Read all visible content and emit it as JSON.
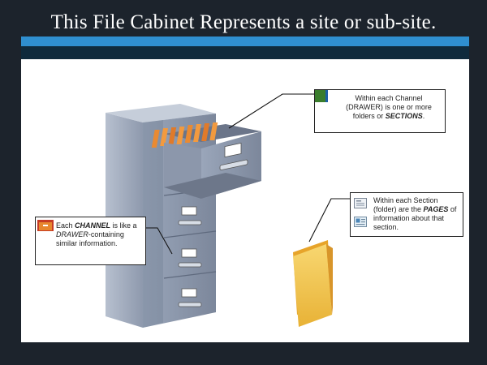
{
  "slide": {
    "title": "This File Cabinet Represents a site or sub-site."
  },
  "callouts": {
    "channel": {
      "pre": "Each ",
      "emph1": "CHANNEL",
      "mid": " is like a ",
      "emph2": "DRAWER",
      "post": "-containing similar information."
    },
    "drawer": {
      "pre": "Within each Channel (DRAWER) is one or more folders or ",
      "emph": "SECTIONS",
      "post": "."
    },
    "section": {
      "pre": "Within each Section (folder) are the ",
      "emph": "PAGES",
      "post": " of information about that section."
    }
  },
  "icons": [
    "drawer-icon",
    "folder-icon",
    "page-icon",
    "document-icon"
  ],
  "colors": {
    "background": "#1c232c",
    "accent_bar": "#2f8fd0",
    "dark_bar": "#0f2a3c",
    "cabinet": "#8a96ab",
    "folders": "#e07a2a"
  }
}
